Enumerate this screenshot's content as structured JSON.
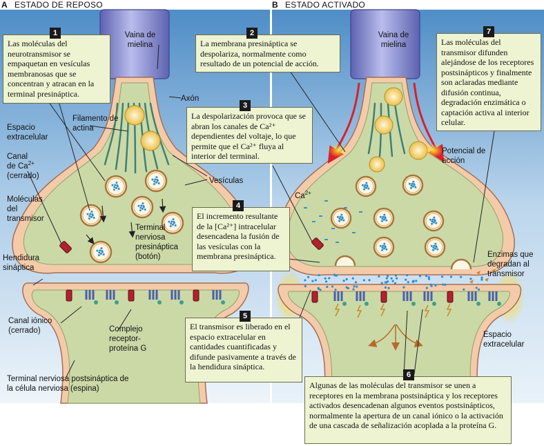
{
  "panels": {
    "a": {
      "letter": "A",
      "title": "ESTADO DE REPOSO"
    },
    "b": {
      "letter": "B",
      "title": "ESTADO ACTIVADO"
    }
  },
  "labels": {
    "vaina": "Vaina de mielina",
    "axon": "Axón",
    "filamento": "Filamento de actina",
    "espacio_extracelular_a": "Espacio extracelular",
    "canal_ca_pre": "Canal",
    "canal_ca_de": "de Ca",
    "canal_ca_sup": "2+",
    "canal_ca_cerrado": "(cerrado)",
    "moleculas": "Moléculas del transmisor",
    "vesiculas": "Vesículas",
    "terminal_pre": "Terminal nerviosa presináptica (botón)",
    "hendidura": "Hendidura sináptica",
    "canal_ionico": "Canal iónico (cerrado)",
    "complejo": "Complejo receptor-proteína G",
    "terminal_post": "Terminal nerviosa postsináptica de la célula nerviosa (espina)",
    "ca2_base": "Ca",
    "ca2_sup": "2+",
    "potencial": "Potencial de acción",
    "enzimas": "Enzimas que degradan al transmisor",
    "espacio_extracelular_b": "Espacio extracelular"
  },
  "callouts": [
    {
      "n": "1",
      "text": "Las moléculas del neurotransmisor se empaquetan en vesículas membranosas que se concentran y atracan en la terminal presináptica."
    },
    {
      "n": "2",
      "text": "La membrana presináptica se despolariza, normalmente como resultado de un potencial de acción."
    },
    {
      "n": "3",
      "text": "La despolarización provoca que se abran los canales de Ca²⁺ dependientes del voltaje, lo que permite que el Ca²⁺ fluya al interior del terminal."
    },
    {
      "n": "4",
      "text": "El incremento resultante de la [Ca²⁺] intracelular desencadena la fusión de las vesículas con la membrana presináptica."
    },
    {
      "n": "5",
      "text": "El transmisor es liberado en el espacio extracelular en cantidades cuantificadas y difunde pasivamente a través de la hendidura sináptica."
    },
    {
      "n": "6",
      "text": "Algunas de las moléculas del transmisor se unen a receptores en la membrana postsináptica y los receptores activados desencadenan algunos eventos postsinápticos, normalmente la apertura de un canal iónico o la activación de una cascada de señalización acoplada a la proteína G."
    },
    {
      "n": "7",
      "text": "Las moléculas del transmisor difunden alejándose de los receptores postsinápticos y finalmente son aclaradas mediante difusión continua, degradación enzimática o captación activa al interior celular."
    }
  ],
  "colors": {
    "background_top": "#4f8fc7",
    "background_bottom": "#e6f0f8",
    "membrane": "#f3c8a8",
    "cytoplasm": "#c9d8a6",
    "myelin": "#8a8fd0",
    "vesicle": "#f2d36a",
    "callout_fill": "#eef4d2",
    "action_potential": "#e0232f",
    "glow": "#ffd21f"
  }
}
